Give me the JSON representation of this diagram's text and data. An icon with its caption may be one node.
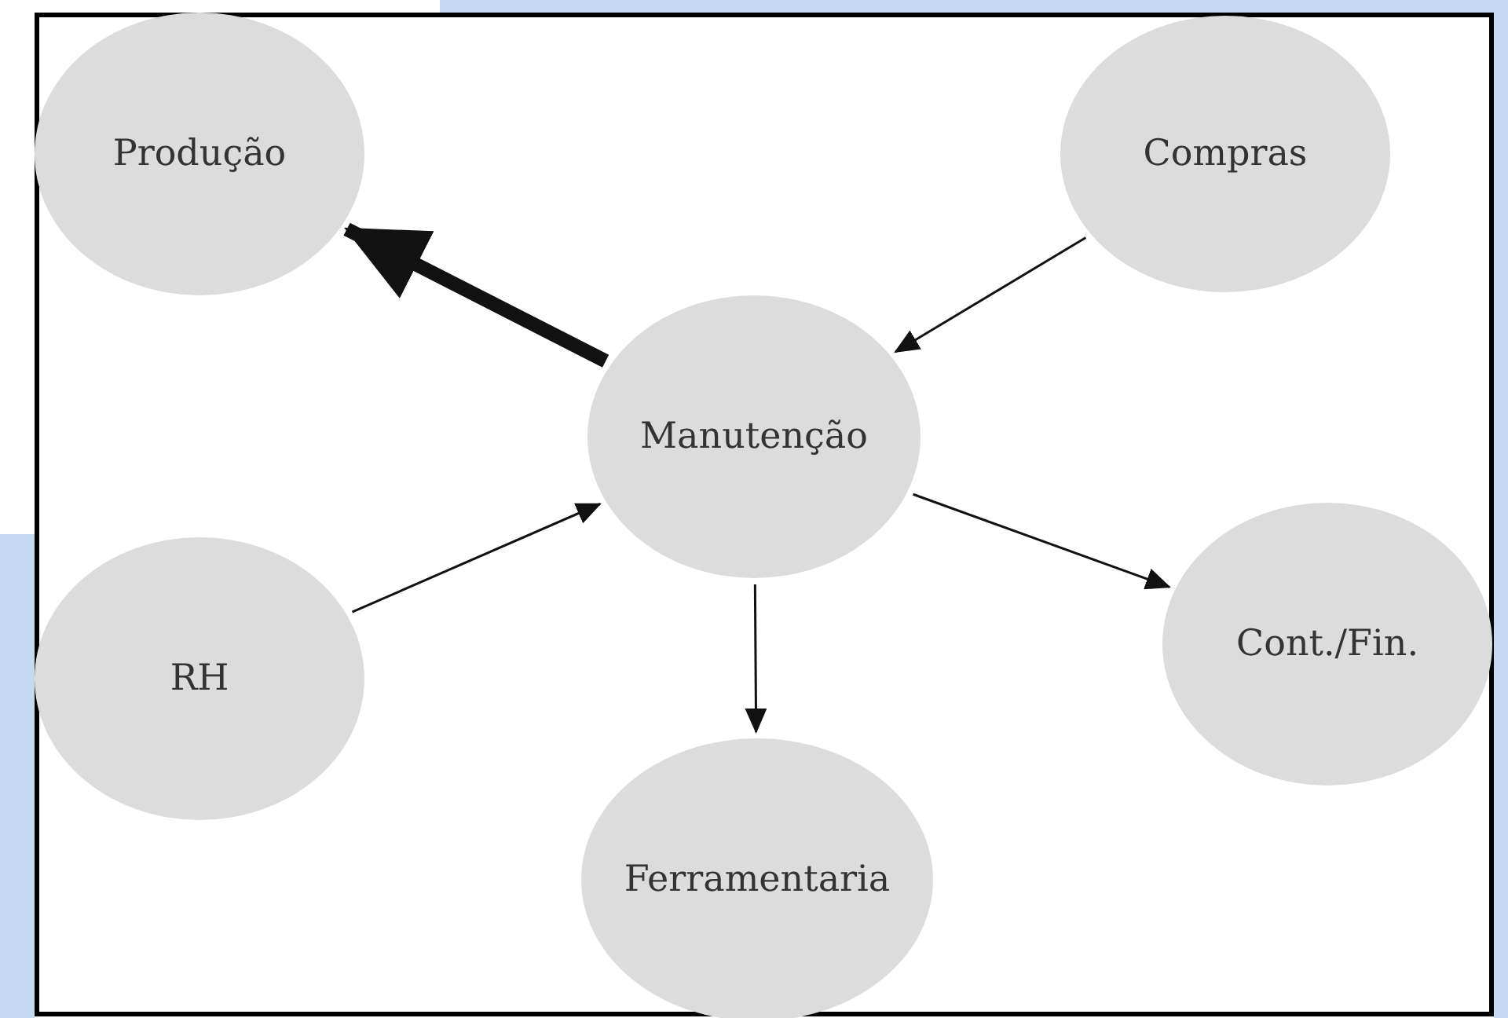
{
  "diagram": {
    "nodes": [
      {
        "text": [
          "Produção"
        ]
      },
      {
        "text": [
          "Compras"
        ]
      },
      {
        "text": [
          "Manutenção"
        ]
      },
      {
        "text": [
          "RH"
        ]
      },
      {
        "text": [
          "Cont./Fin."
        ]
      },
      {
        "text": [
          "Ferramentaria"
        ]
      }
    ],
    "edges": [
      {
        "from": 2,
        "to": 0,
        "arrow": "to",
        "style": "thick"
      },
      {
        "from": 1,
        "to": 2,
        "arrow": "to"
      },
      {
        "from": 3,
        "to": 2,
        "arrow": "to"
      },
      {
        "from": 2,
        "to": 4,
        "arrow": "to"
      },
      {
        "from": 2,
        "to": 5,
        "arrow": "to"
      }
    ]
  }
}
